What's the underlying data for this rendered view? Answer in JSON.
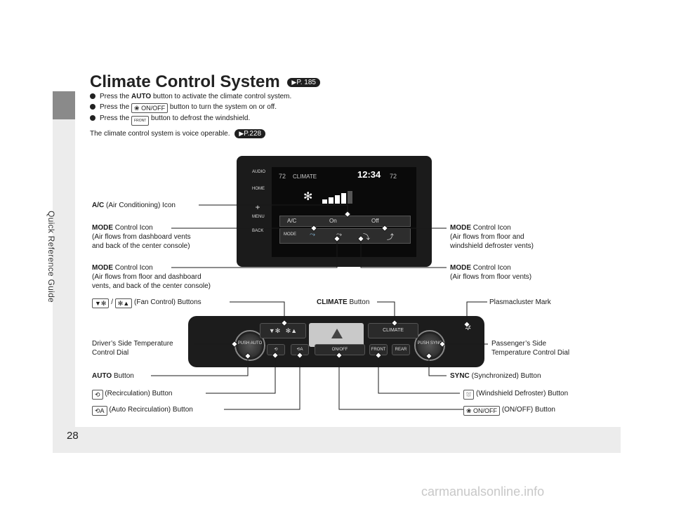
{
  "sidebar": {
    "section": "Quick Reference Guide"
  },
  "page_number": "28",
  "title": {
    "text": "Climate Control System",
    "ref": "P. 185"
  },
  "bullets": [
    {
      "pre": "Press the",
      "key": "AUTO",
      "post": "button to activate the climate control system."
    },
    {
      "pre": "Press the",
      "key": "ON/OFF",
      "post": "button to turn the system on or off."
    },
    {
      "pre": "Press the",
      "key": "FRONT",
      "post": "button to defrost the windshield."
    }
  ],
  "voice": {
    "text": "The climate control system is voice operable.",
    "ref": "P.228"
  },
  "screen": {
    "title": "CLIMATE",
    "time": "12:34",
    "temp_left": "72",
    "temp_right": "72",
    "on": "On",
    "off": "Off",
    "ac": "A/C",
    "mode": "MODE",
    "nav": [
      "AUDIO",
      "HOME",
      "MENU",
      "BACK"
    ]
  },
  "labels": {
    "ac_icon": {
      "bold": "A/C",
      "rest": "(Air Conditioning) Icon"
    },
    "mode_dash": {
      "bold": "MODE",
      "rest": "Control Icon",
      "line2": "(Air flows from dashboard vents",
      "line3": "and back of the center console)"
    },
    "mode_floor_dash": {
      "bold": "MODE",
      "rest": "Control Icon",
      "line2": "(Air flows from floor and dashboard",
      "line3": "vents, and back of the center console)"
    },
    "mode_floor_defrost": {
      "bold": "MODE",
      "rest": "Control Icon",
      "line2": "(Air flows from floor and",
      "line3": "windshield defroster vents)"
    },
    "mode_floor": {
      "bold": "MODE",
      "rest": "Control Icon",
      "line2": "(Air flows from floor vents)"
    },
    "fan": {
      "sep": "/",
      "rest": "(Fan Control) Buttons"
    },
    "climate": {
      "bold": "CLIMATE",
      "rest": "Button"
    },
    "plasmacluster": "Plasmacluster Mark",
    "driver_dial": {
      "line1": "Driver’s Side Temperature",
      "line2": "Control Dial"
    },
    "passenger_dial": {
      "line1": "Passenger’s Side",
      "line2": "Temperature Control Dial"
    },
    "auto": {
      "bold": "AUTO",
      "rest": "Button"
    },
    "sync": {
      "bold": "SYNC",
      "rest": "(Synchronized) Button"
    },
    "recirc": "(Recirculation) Button",
    "defrost": "(Windshield Defroster) Button",
    "auto_recirc": "(Auto Recirculation) Button",
    "onoff": "(ON/OFF) Button"
  },
  "panel": {
    "climate": "CLIMATE",
    "push_auto": "PUSH AUTO",
    "push_sync": "PUSH SYNC",
    "onoff": "ON/OFF",
    "front": "FRONT",
    "rear": "REAR"
  },
  "watermark": "carmanualsonline.info"
}
